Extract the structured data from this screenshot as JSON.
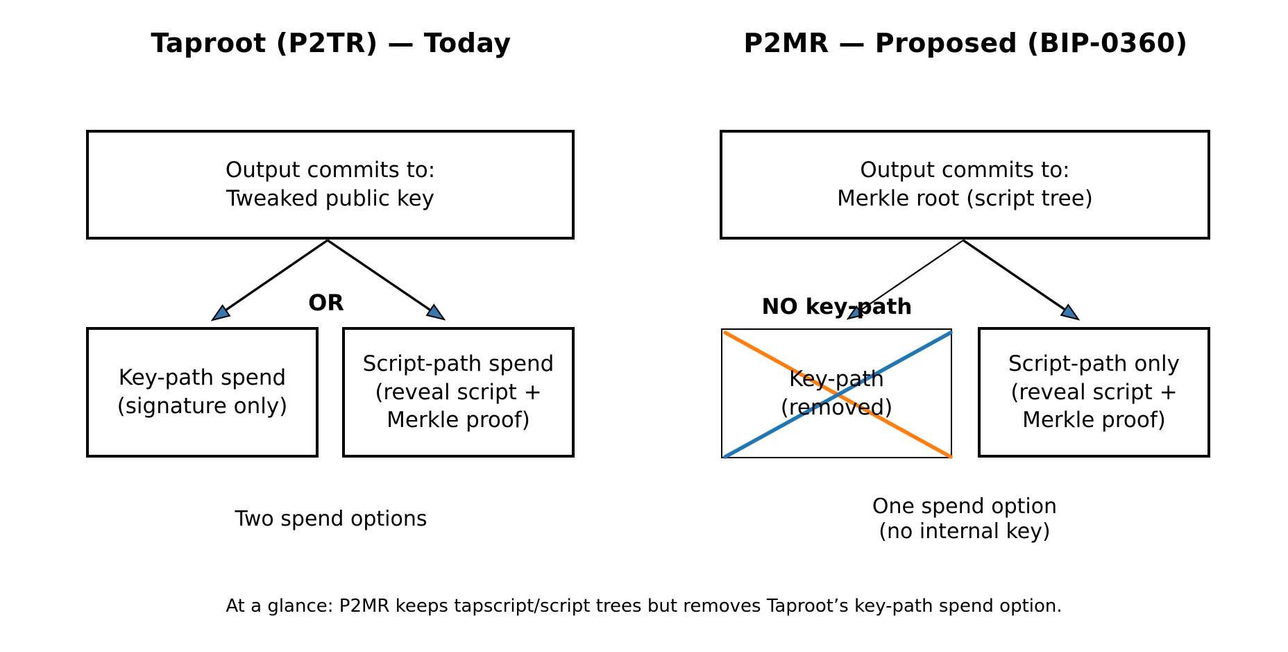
{
  "left_panel": {
    "title": "Taproot (P2TR) — Today",
    "top_box": "Output commits to:\nTweaked public key",
    "or_label": "OR",
    "keypath_box": "Key-path spend\n(signature only)",
    "scriptpath_box": "Script-path spend\n(reveal script +\nMerkle proof)",
    "caption": "Two spend options"
  },
  "right_panel": {
    "title": "P2MR — Proposed (BIP-0360)",
    "top_box": "Output commits to:\nMerkle root (script tree)",
    "no_keypath_label": "NO key-path",
    "removed_box": "Key-path\n(removed)",
    "scriptpath_box": "Script-path only\n(reveal script +\nMerkle proof)",
    "caption": "One spend option\n(no internal key)"
  },
  "footer": {
    "text": "At a glance: P2MR keeps tapscript/script trees but removes Taproot’s key-path spend option."
  },
  "colors": {
    "line_black": "#000000",
    "arrowhead_fill": "#3579b1",
    "cross_orange": "#ff7f0e",
    "cross_blue": "#1f77b4"
  }
}
